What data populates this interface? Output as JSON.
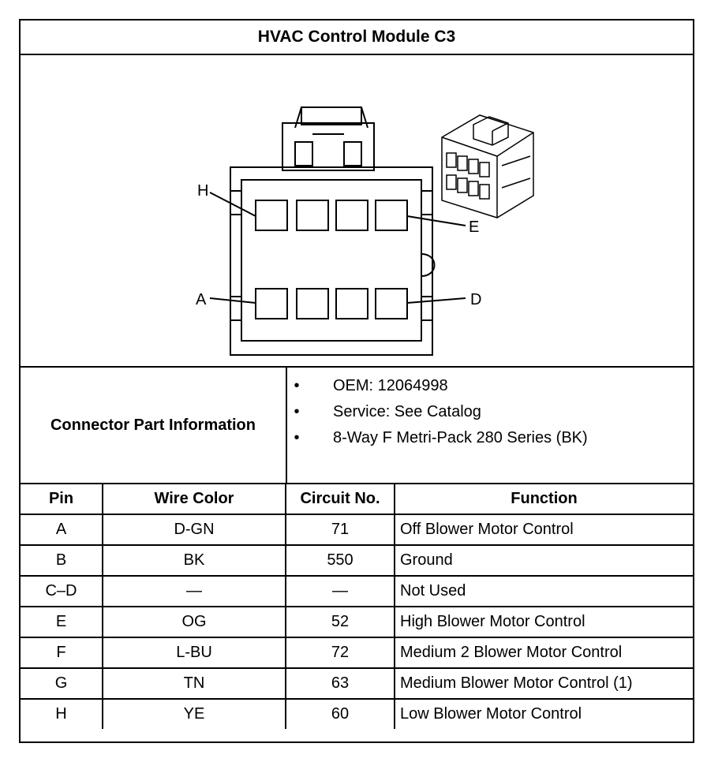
{
  "title": "HVAC Control Module C3",
  "drawing": {
    "labels": {
      "h": "H",
      "e": "E",
      "a": "A",
      "d": "D"
    }
  },
  "connector_info": {
    "label": "Connector Part Information",
    "items": [
      "OEM: 12064998",
      "Service: See Catalog",
      "8-Way F Metri-Pack 280 Series (BK)"
    ]
  },
  "table": {
    "headers": [
      "Pin",
      "Wire Color",
      "Circuit No.",
      "Function"
    ],
    "rows": [
      [
        "A",
        "D-GN",
        "71",
        "Off Blower Motor Control"
      ],
      [
        "B",
        "BK",
        "550",
        "Ground"
      ],
      [
        "C–D",
        "—",
        "—",
        "Not Used"
      ],
      [
        "E",
        "OG",
        "52",
        "High Blower Motor Control"
      ],
      [
        "F",
        "L-BU",
        "72",
        "Medium 2 Blower Motor Control"
      ],
      [
        "G",
        "TN",
        "63",
        "Medium Blower Motor Control (1)"
      ],
      [
        "H",
        "YE",
        "60",
        "Low Blower Motor Control"
      ]
    ]
  }
}
